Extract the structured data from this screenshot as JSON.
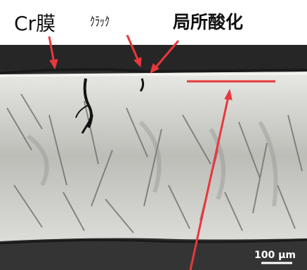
{
  "labels": {
    "cr_film": "Cr膜",
    "crack": "ｸﾗｯｸ",
    "local_oxidation": "局所酸化"
  },
  "scale_bar": {
    "text": "100 μm"
  },
  "colors": {
    "annotation": "#e8383d",
    "crack": "#111111",
    "background": "#2f2f2f"
  }
}
